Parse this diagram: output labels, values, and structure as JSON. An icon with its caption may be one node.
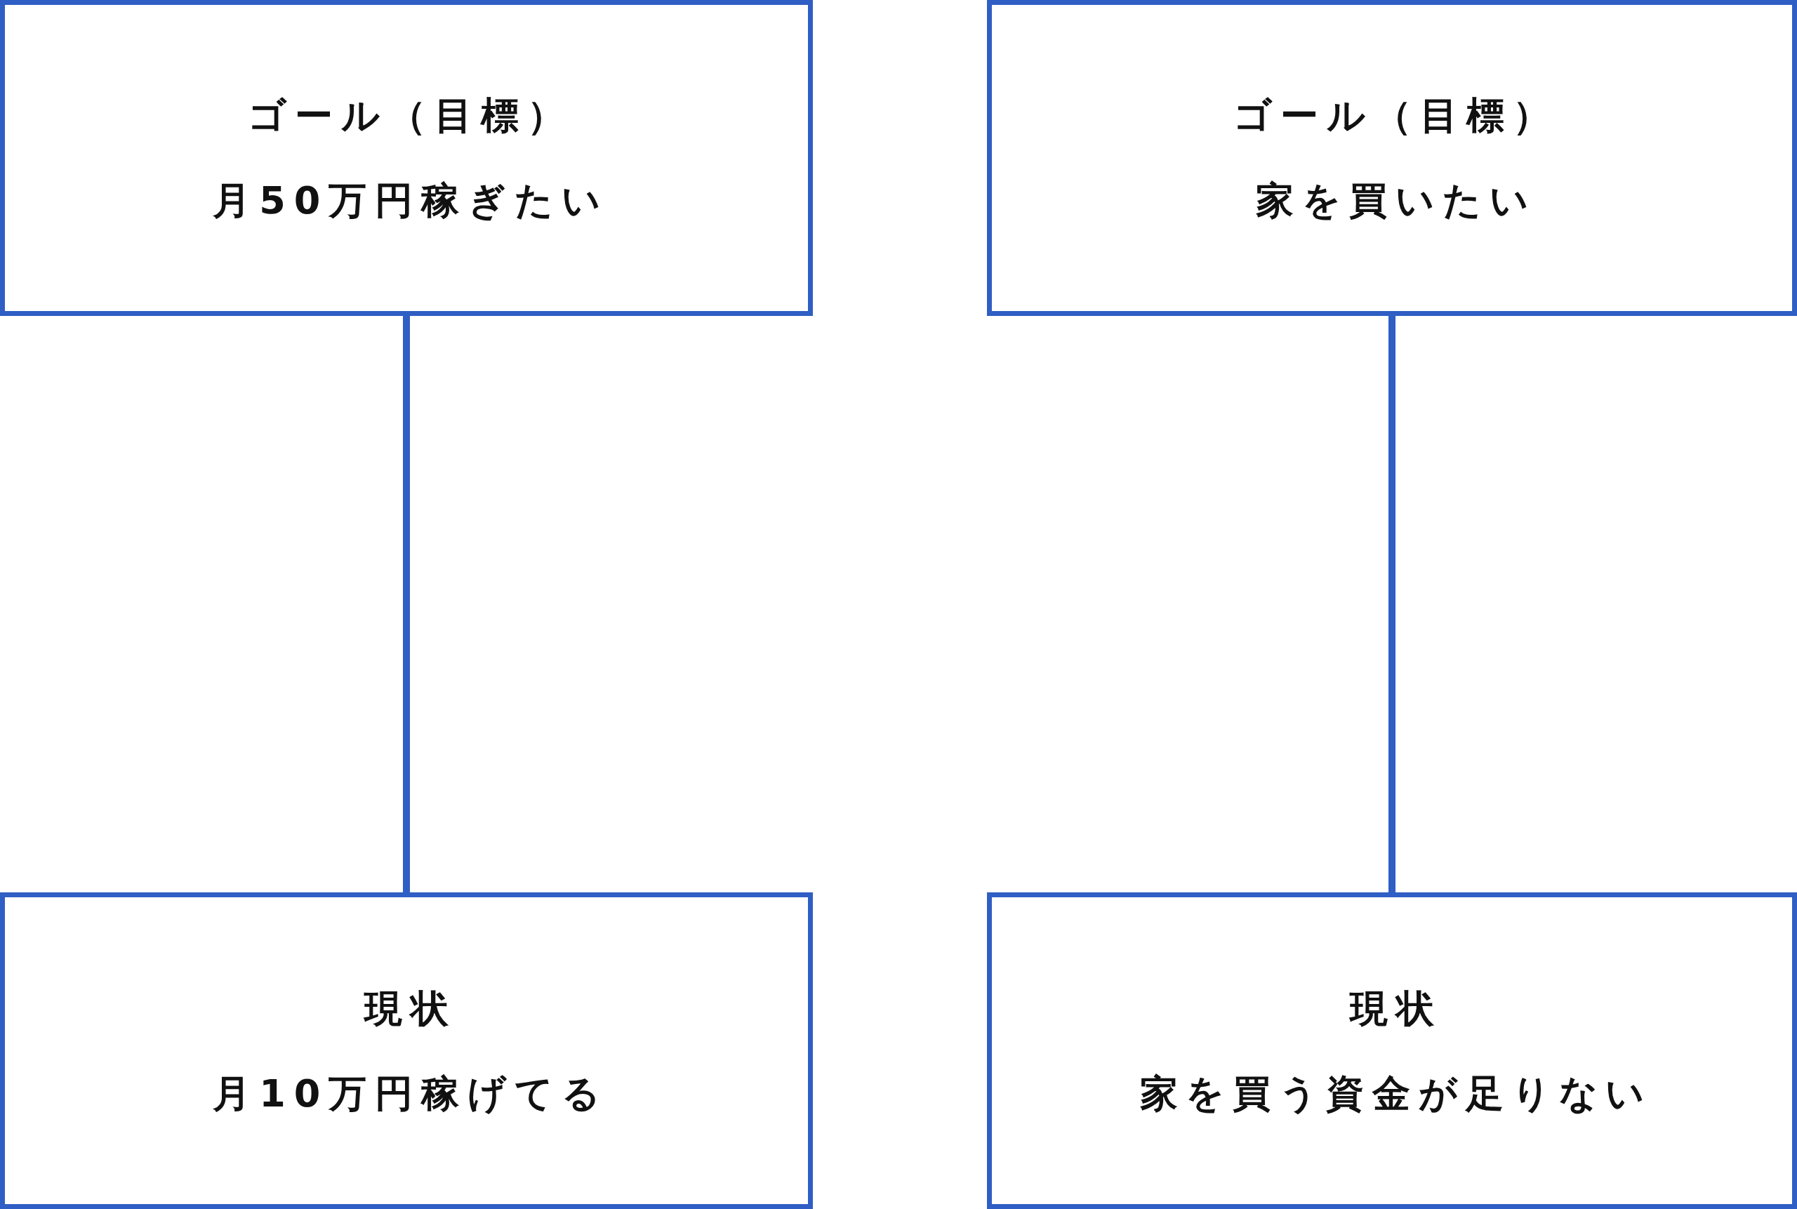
{
  "diagram": {
    "nodes": [
      {
        "text": [
          "ゴール（目標）",
          "月50万円稼ぎたい"
        ]
      },
      {
        "text": [
          "ゴール（目標）",
          "家を買いたい"
        ]
      },
      {
        "text": [
          "現状",
          "月10万円稼げてる"
        ]
      },
      {
        "text": [
          "現状",
          "家を買う資金が足りない"
        ]
      }
    ],
    "edges": [
      {
        "from": 0,
        "to": 2,
        "arrow": "none"
      },
      {
        "from": 1,
        "to": 3,
        "arrow": "none"
      }
    ]
  }
}
